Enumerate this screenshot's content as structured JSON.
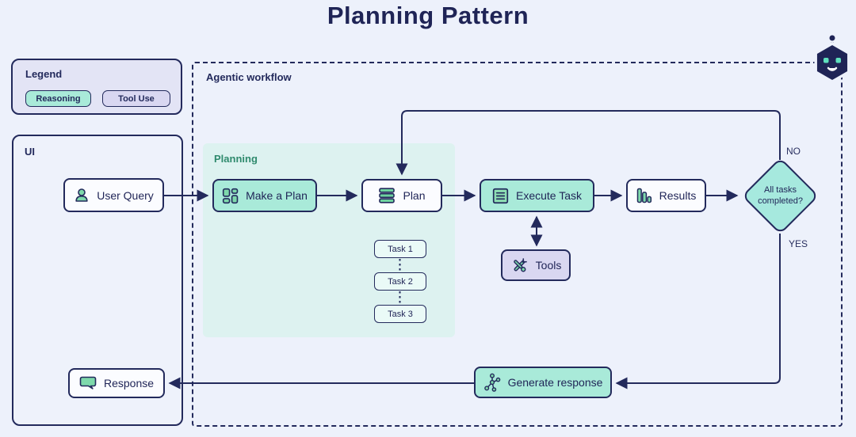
{
  "title": "Planning Pattern",
  "legend": {
    "title": "Legend",
    "items": [
      {
        "label": "Reasoning",
        "color": "#a9ead9"
      },
      {
        "label": "Tool Use",
        "color": "#d9d7f1"
      }
    ]
  },
  "ui_panel": {
    "label": "UI"
  },
  "workflow": {
    "label": "Agentic workflow"
  },
  "planning_group": {
    "label": "Planning"
  },
  "nodes": {
    "user_query": {
      "label": "User Query",
      "icon": "user-icon",
      "category": "ui"
    },
    "make_a_plan": {
      "label": "Make a Plan",
      "icon": "grid-icon",
      "category": "reasoning"
    },
    "plan": {
      "label": "Plan",
      "icon": "stack-icon",
      "category": "artifact"
    },
    "execute_task": {
      "label": "Execute Task",
      "icon": "list-icon",
      "category": "reasoning"
    },
    "results": {
      "label": "Results",
      "icon": "bar-chart-icon",
      "category": "artifact"
    },
    "tools": {
      "label": "Tools",
      "icon": "tools-icon",
      "category": "tool-use"
    },
    "generate_response": {
      "label": "Generate response",
      "icon": "network-icon",
      "category": "reasoning"
    },
    "response": {
      "label": "Response",
      "icon": "speech-bubble-icon",
      "category": "ui"
    }
  },
  "tasks": [
    "Task 1",
    "Task 2",
    "Task 3"
  ],
  "decision": {
    "label": "All tasks completed?",
    "no_label": "NO",
    "yes_label": "YES"
  },
  "colors": {
    "background": "#edf1fb",
    "navy": "#232a5c",
    "reasoning_teal": "#a9ead9",
    "tool_use_lavender": "#d9d7f1",
    "planning_region": "#ddf2f0",
    "icon_green": "#7ed9ab",
    "planning_label_green": "#2f8a6d"
  }
}
